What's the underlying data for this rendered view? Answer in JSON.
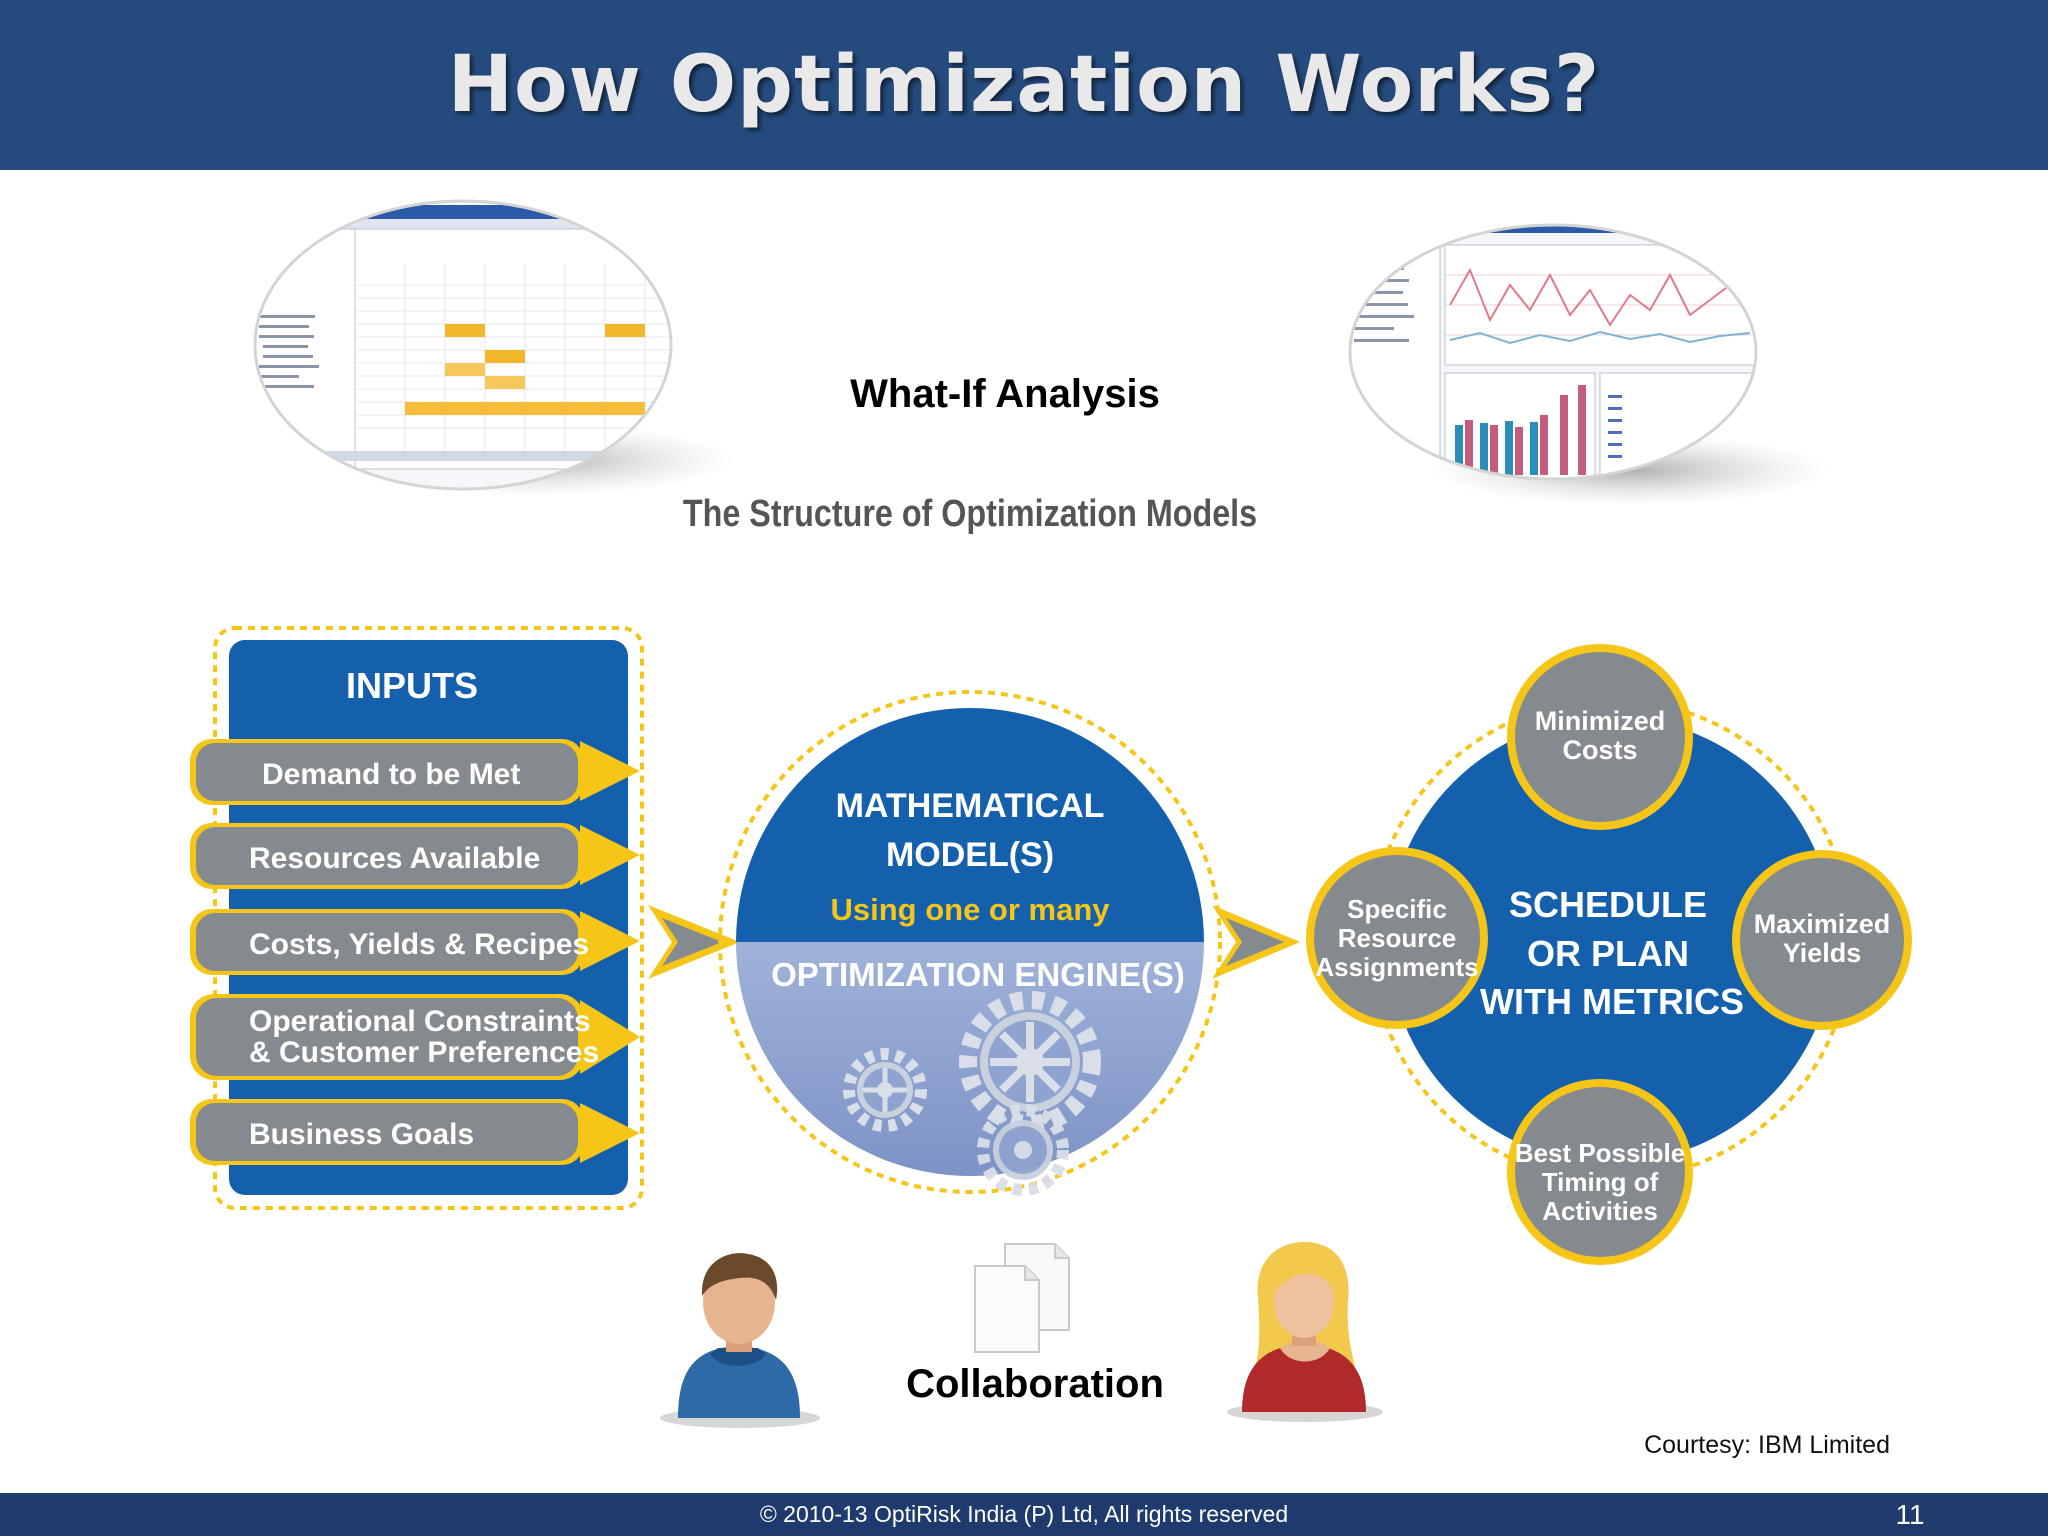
{
  "slide": {
    "title": "How Optimization Works?",
    "what_if": "What-If Analysis",
    "structure_title": "The Structure of Optimization Models",
    "collaboration": "Collaboration",
    "courtesy": "Courtesy: IBM Limited",
    "footer": "© 2010-13 OptiRisk India (P) Ltd, All rights reserved",
    "page_number": "11"
  },
  "inputs": {
    "heading": "INPUTS",
    "items": [
      {
        "lines": [
          "Demand to be Met"
        ]
      },
      {
        "lines": [
          "Resources Available"
        ]
      },
      {
        "lines": [
          "Costs, Yields & Recipes"
        ]
      },
      {
        "lines": [
          "Operational Constraints",
          "& Customer Preferences"
        ]
      },
      {
        "lines": [
          "Business Goals"
        ]
      }
    ]
  },
  "engine": {
    "model_line1": "MATHEMATICAL",
    "model_line2": "MODEL(S)",
    "using": "Using one or many",
    "engine": "OPTIMIZATION ENGINE(S)"
  },
  "outputs": {
    "center": [
      "SCHEDULE",
      "OR PLAN",
      "WITH METRICS"
    ],
    "top": [
      "Minimized",
      "Costs"
    ],
    "left": [
      "Specific",
      "Resource",
      "Assignments"
    ],
    "right": [
      "Maximized",
      "Yields"
    ],
    "bottom": [
      "Best Possible",
      "Timing of",
      "Activities"
    ]
  },
  "colors": {
    "header": "#254b7e",
    "footer": "#1f3a6c",
    "panel_blue": "#1560ac",
    "engine_light": "#8ea3cf",
    "accent_yellow": "#f5c518",
    "pill_gray": "#858a8f"
  },
  "icons": {
    "left_screenshot": "spreadsheet-screenshot",
    "right_screenshot": "charts-screenshot",
    "gears": "gears-icon",
    "male_user": "male-user-icon",
    "female_user": "female-user-icon",
    "documents": "documents-icon"
  }
}
